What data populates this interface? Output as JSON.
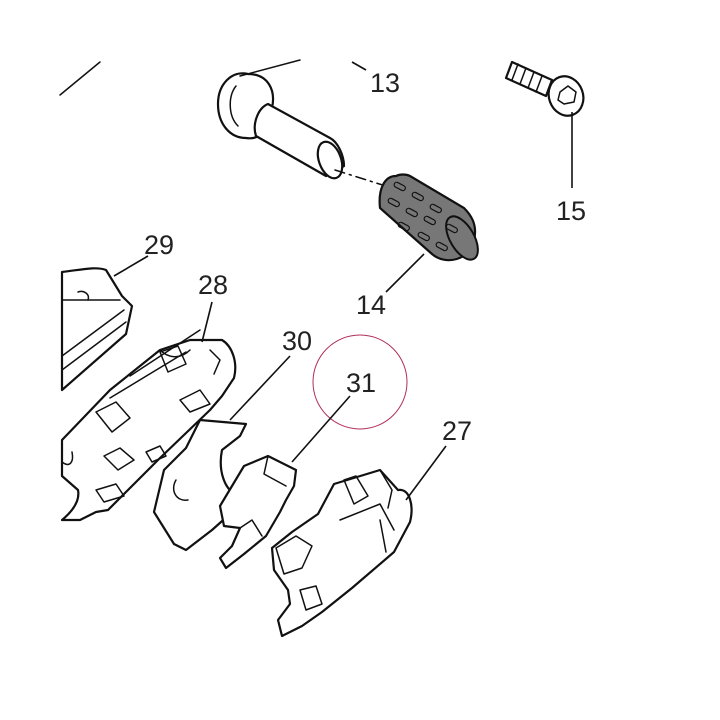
{
  "diagram": {
    "callouts": [
      {
        "id": "13",
        "label": "13"
      },
      {
        "id": "15",
        "label": "15"
      },
      {
        "id": "14",
        "label": "14"
      },
      {
        "id": "29",
        "label": "29"
      },
      {
        "id": "28",
        "label": "28"
      },
      {
        "id": "30",
        "label": "30"
      },
      {
        "id": "31",
        "label": "31"
      },
      {
        "id": "27",
        "label": "27"
      }
    ],
    "colors": {
      "ink": "#111111",
      "grip_fill": "#777777",
      "highlight_circle": "#b0305a"
    }
  }
}
